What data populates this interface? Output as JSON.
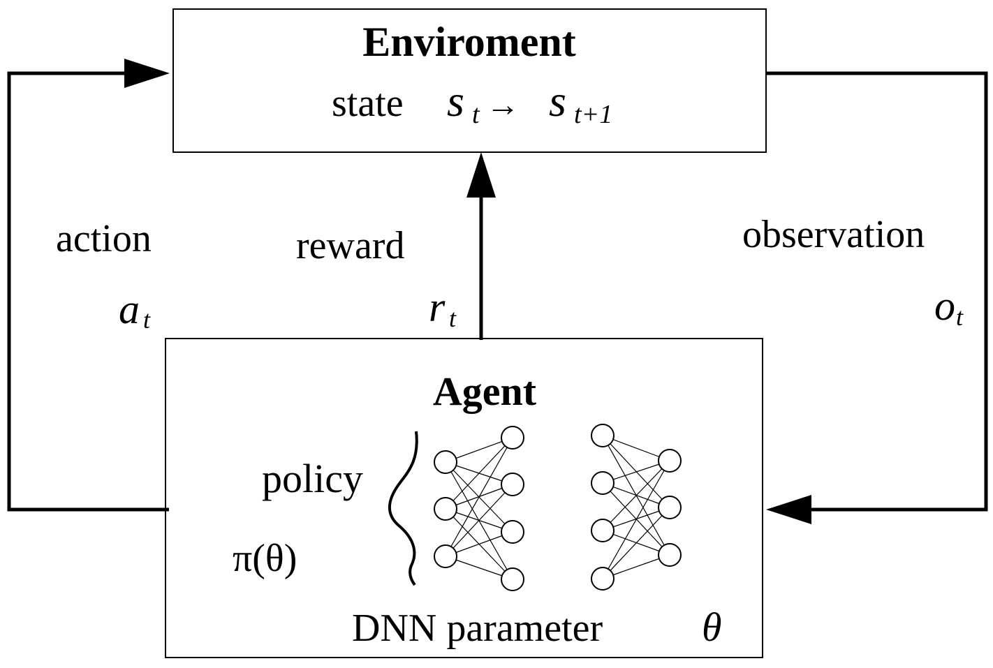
{
  "environment": {
    "title": "Enviroment",
    "state_label": "state",
    "s_t": "s",
    "s_t_sub": "t",
    "arrow": "→",
    "s_next": "s",
    "s_next_sub": "t+1"
  },
  "agent": {
    "title": "Agent",
    "policy_label": "policy",
    "policy_symbol": "π(θ)",
    "dnn_label": "DNN parameter",
    "theta": "θ"
  },
  "action": {
    "label": "action",
    "symbol": "a",
    "sub": "t"
  },
  "reward": {
    "label": "reward",
    "symbol": "r",
    "sub": "t"
  },
  "observation": {
    "label": "observation",
    "symbol": "o",
    "sub": "t"
  },
  "networks": [
    {
      "name": "left-network",
      "layer_sizes": [
        3,
        4
      ]
    },
    {
      "name": "right-network",
      "layer_sizes": [
        4,
        3
      ]
    }
  ]
}
